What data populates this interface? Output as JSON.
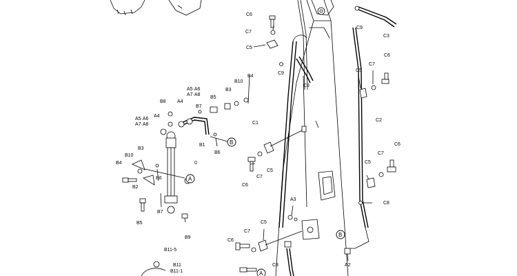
{
  "labels": {
    "c6_top": "C6",
    "c7_top": "C7",
    "c5_top": "C5",
    "c9_top": "C9",
    "c3_top": "C3",
    "c9_right": "C9",
    "c3_right": "C3",
    "b4_top": "B4",
    "b10_top": "B10",
    "b3_top": "B3",
    "b5_top": "B5",
    "a5a6_top": "A5·A6",
    "a7a8_top": "A7·A8",
    "b8": "B8",
    "a4_top": "A4",
    "b7_top": "B7",
    "a5a6_left": "A5·A6",
    "a7a8_left": "A7·A8",
    "a4_left": "A4",
    "b1": "B1",
    "b6_mid": "B6",
    "b10_left": "B10",
    "b4_left": "B4",
    "b3_left": "B3",
    "b2": "B2",
    "b6_left": "B6",
    "zero": "0",
    "b7_low": "B7",
    "b5_low": "B5",
    "b9": "B9",
    "c1": "C1",
    "c2": "C2",
    "c5_mid": "C5",
    "c7_mid": "C7",
    "c6_mid": "C6",
    "c6_r1": "C6",
    "c7_r1": "C7",
    "c5_r1": "C5",
    "c6_r2": "C6",
    "c7_r2": "C7",
    "c5_r2": "C5",
    "c8_right": "C8",
    "a3": "A3",
    "c5_low": "C5",
    "c7_low": "C7",
    "c6_low": "C6",
    "c8_low": "C8",
    "a2": "A2",
    "b11_5": "B11-5",
    "b11": "B11",
    "b11_1": "B11-1"
  },
  "callouts": {
    "a_mid": "A",
    "b_mid": "B",
    "b_low": "B",
    "a_low": "A"
  }
}
